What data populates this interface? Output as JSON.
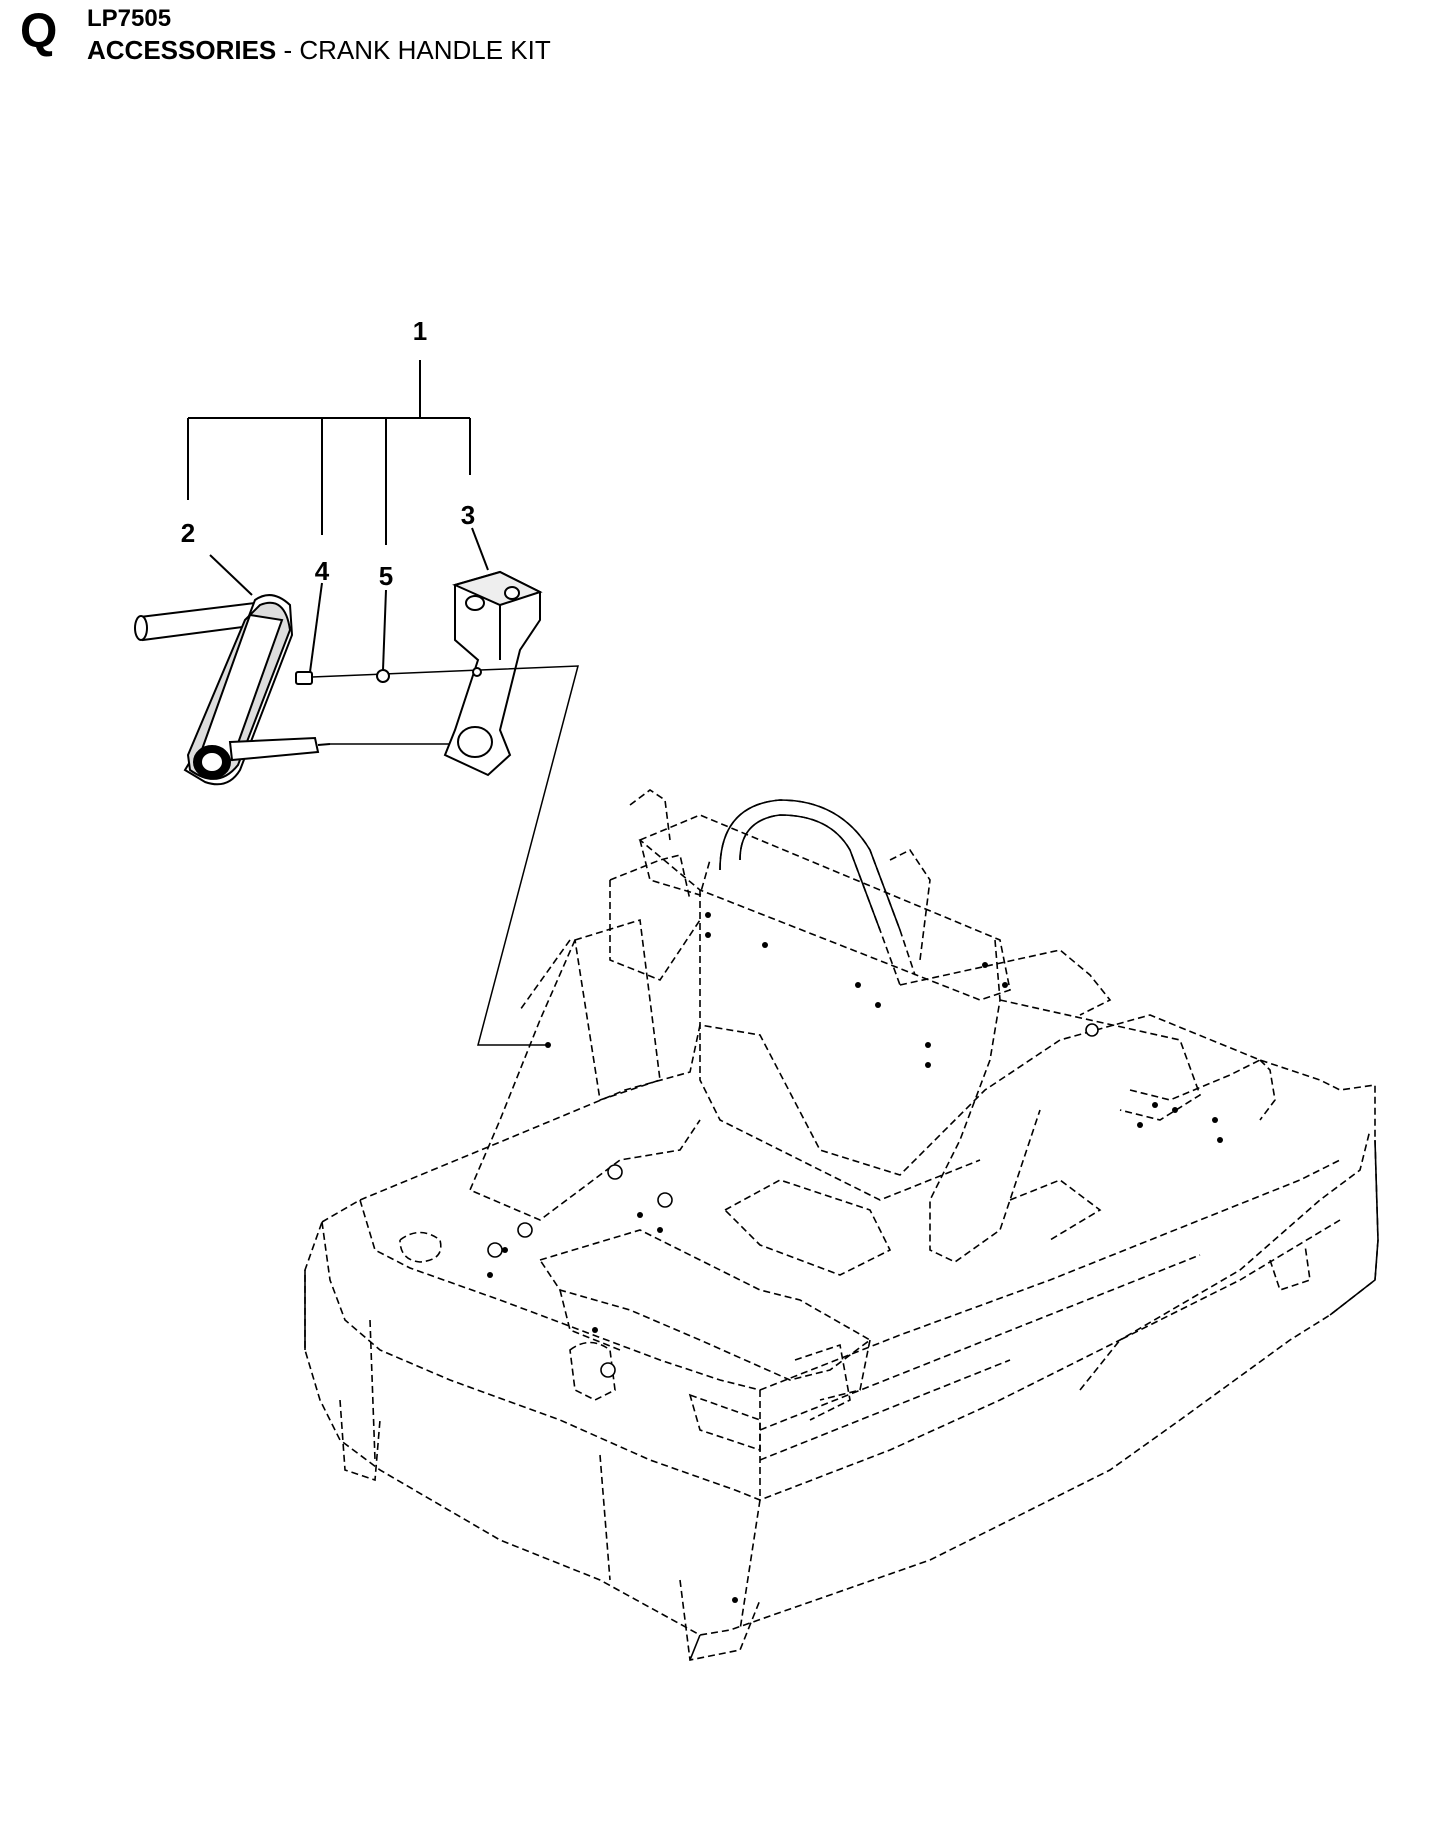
{
  "header": {
    "section_letter": "Q",
    "model": "LP7505",
    "category": "ACCESSORIES",
    "separator": " - ",
    "subtitle": "CRANK HANDLE KIT"
  },
  "callouts": {
    "item_1": "1",
    "item_2": "2",
    "item_3": "3",
    "item_4": "4",
    "item_5": "5"
  },
  "colors": {
    "line": "#000000",
    "background": "#ffffff",
    "part_fill": "#ffffff"
  }
}
